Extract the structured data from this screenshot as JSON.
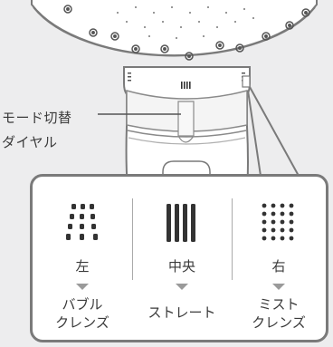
{
  "callout": {
    "line1": "モード切替",
    "line2": "ダイヤル"
  },
  "modes": [
    {
      "position": "左",
      "name_line1": "バブル",
      "name_line2": "クレンズ",
      "icon": "bubble-spray-icon"
    },
    {
      "position": "中央",
      "name_line1": "ストレート",
      "name_line2": "",
      "icon": "straight-spray-icon"
    },
    {
      "position": "右",
      "name_line1": "ミスト",
      "name_line2": "クレンズ",
      "icon": "mist-spray-icon"
    }
  ],
  "colors": {
    "background": "#ededee",
    "head_fill": "#ffffff",
    "outline": "#7a7a7a",
    "handle_fill": "#ffffff",
    "handle_band": "#f3f3f3",
    "icon": "#333333",
    "text": "#3a3a3a"
  }
}
